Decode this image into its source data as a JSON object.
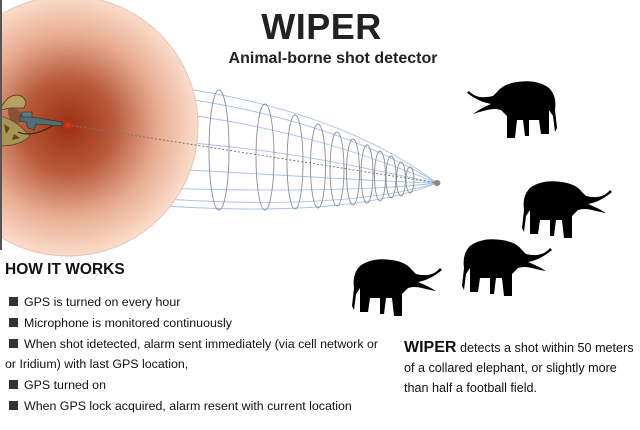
{
  "header": {
    "title": "WIPER",
    "subtitle": "Animal-borne shot detector"
  },
  "illustration": {
    "shooter_icon": "soldier-with-rifle",
    "sound_zone": {
      "shape": "radial-gradient-circle",
      "center_color": "#a0361a",
      "edge_color": "#f9d8c6"
    },
    "detection_cone": {
      "shape": "wireframe-cone",
      "line_color": "#9fb8e8",
      "ring_color": "#8a8a8a"
    },
    "sensor_icon": "collar-sensor-dot",
    "elephants": [
      {
        "label": "elephant-1",
        "facing": "left"
      },
      {
        "label": "elephant-2",
        "facing": "right"
      },
      {
        "label": "elephant-3",
        "facing": "right"
      },
      {
        "label": "elephant-4",
        "facing": "right"
      }
    ]
  },
  "how_it_works": {
    "heading": "HOW IT WORKS",
    "steps": [
      "GPS is turned on every hour",
      "Microphone is monitored continuously",
      "When shot idetected, alarm sent immediately (via cell network or or Iridium) with last GPS location,",
      "GPS turned on",
      "When GPS lock acquired, alarm  resent with current location"
    ]
  },
  "note": {
    "strong": "WIPER",
    "text": " detects a shot within 50 meters of a collared elephant, or slightly more  than half a football field."
  }
}
